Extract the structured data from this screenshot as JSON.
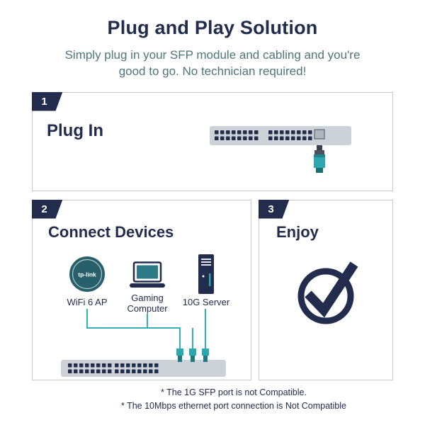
{
  "header": {
    "title": "Plug and Play Solution",
    "subtitle_line1": "Simply plug in your SFP module and cabling and you're",
    "subtitle_line2": "good to go. No technician required!"
  },
  "steps": {
    "step1": {
      "number": "1",
      "title": "Plug In"
    },
    "step2": {
      "number": "2",
      "title": "Connect Devices",
      "devices": [
        {
          "label": "WiFi 6 AP"
        },
        {
          "label": "Gaming Computer"
        },
        {
          "label": "10G Server"
        }
      ]
    },
    "step3": {
      "number": "3",
      "title": "Enjoy"
    }
  },
  "brand_logo_text": "tp-link",
  "footnotes": {
    "line1": "* The 1G SFP port is not Compatible.",
    "line2": "* The 10Mbps ethernet port connection is Not Compatible"
  },
  "colors": {
    "navy": "#222d4e",
    "teal_accent": "#2aa8ad",
    "cable_teal": "#35b1b6",
    "subtitle_teal": "#4d767c",
    "switch_gray": "#ccd2d8"
  }
}
